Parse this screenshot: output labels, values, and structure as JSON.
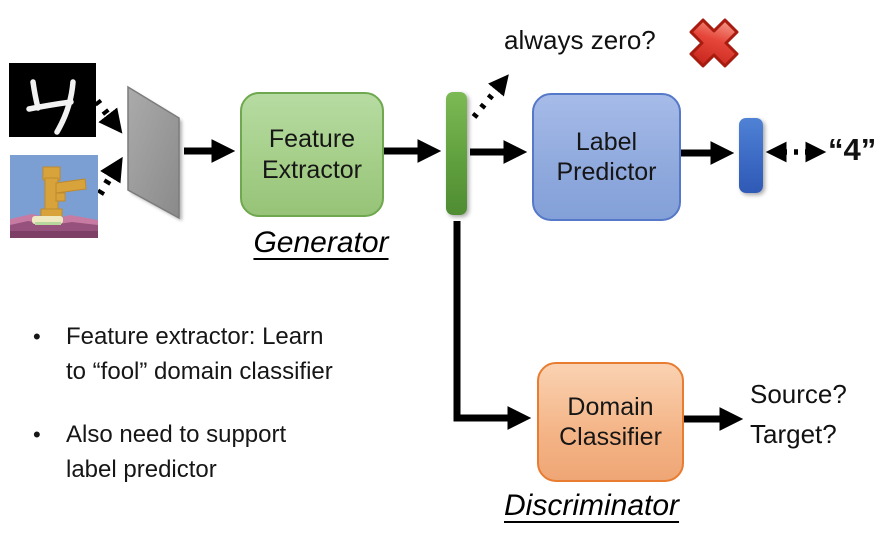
{
  "nodes": {
    "feature_extractor": {
      "line1": "Feature",
      "line2": "Extractor"
    },
    "label_predictor": {
      "line1": "Label",
      "line2": "Predictor"
    },
    "domain_classifier": {
      "line1": "Domain",
      "line2": "Classifier"
    }
  },
  "annotations": {
    "always_zero": "always zero?",
    "output_value": "“4”",
    "generator": "Generator",
    "discriminator": "Discriminator",
    "domain_output_line1": "Source?",
    "domain_output_line2": "Target?"
  },
  "bullets": [
    {
      "marker": "•",
      "line1": "Feature extractor: Learn",
      "line2": "to “fool” domain classifier"
    },
    {
      "marker": "•",
      "line1": "Also need to support",
      "line2": "label predictor"
    }
  ],
  "icons": {
    "mnist_image": "source-domain-handwritten-digit-4",
    "svhn_image": "target-domain-street-number-digit",
    "input_plane": "input-layer-plane",
    "feature_bar": "feature-vector-bar",
    "output_bar": "output-vector-bar",
    "red_cross": "rejection-cross-mark"
  },
  "colors": {
    "feature_extractor_fill": "#a5cf89",
    "feature_extractor_border": "#6fa84f",
    "label_predictor_fill": "#8fa9dd",
    "label_predictor_border": "#5578c8",
    "domain_classifier_fill": "#f4b486",
    "domain_classifier_border": "#e87c31",
    "feature_bar_green": "#61a03e",
    "output_bar_blue": "#3a68c3",
    "cross_red": "#e23b2e",
    "arrow_black": "#000000",
    "plane_gray": "#9a9a9a"
  }
}
